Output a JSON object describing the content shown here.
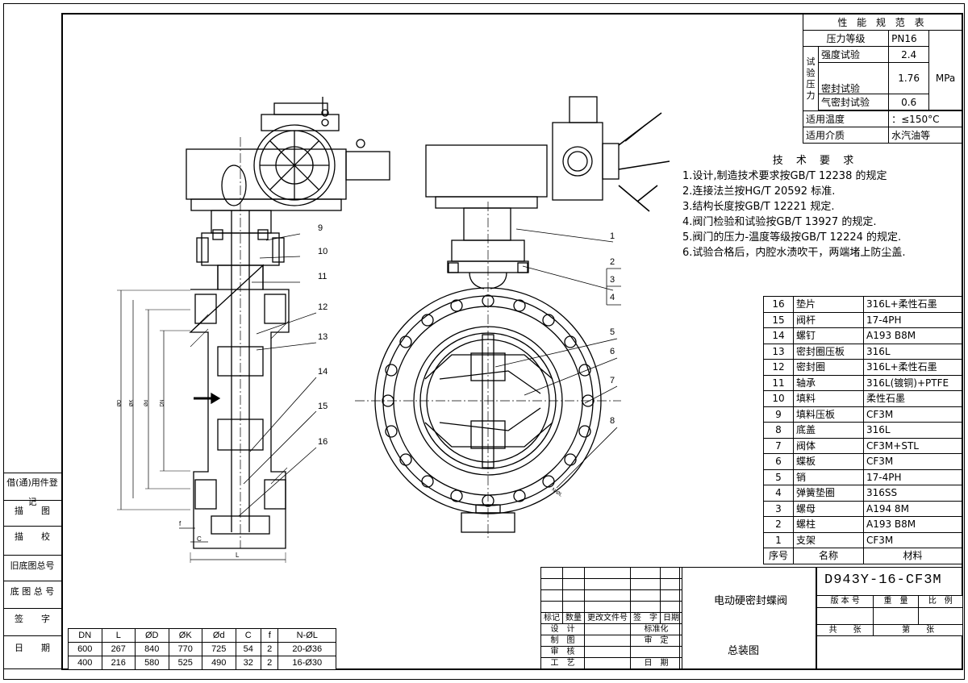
{
  "perf_table": {
    "title": "性 能 规 范 表",
    "pressure_label": "压力等级",
    "pressure_value": "PN16",
    "test_group": "试验压力",
    "strength_label": "强度试验",
    "strength_value": "2.4",
    "seal_label": "密封试验",
    "seal_value": "1.76",
    "unit": "MPa",
    "air_label": "气密封试验",
    "air_value": "0.6",
    "temp_label": "适用温度",
    "temp_value": "：≤150°C",
    "medium_label": "适用介质",
    "medium_value": "水汽油等"
  },
  "requirements": {
    "title": "技 术 要 求",
    "items": [
      "1.设计,制造技术要求按GB/T 12238 的规定",
      "2.连接法兰按HG/T 20592 标准.",
      "3.结构长度按GB/T 12221 规定.",
      "4.阀门检验和试验按GB/T 13927 的规定.",
      "5.阀门的压力-温度等级按GB/T 12224 的规定.",
      "6.试验合格后，内腔水渍吹干，两端堵上防尘盖."
    ]
  },
  "bom": {
    "rows": [
      {
        "no": "16",
        "name": "垫片",
        "material": "316L+柔性石墨"
      },
      {
        "no": "15",
        "name": "阀杆",
        "material": "17-4PH"
      },
      {
        "no": "14",
        "name": "螺钉",
        "material": "A193 B8M"
      },
      {
        "no": "13",
        "name": "密封圈压板",
        "material": "316L"
      },
      {
        "no": "12",
        "name": "密封圈",
        "material": "316L+柔性石墨"
      },
      {
        "no": "11",
        "name": "轴承",
        "material": "316L(镀铜)+PTFE"
      },
      {
        "no": "10",
        "name": "填料",
        "material": "柔性石墨"
      },
      {
        "no": "9",
        "name": "填料压板",
        "material": "CF3M"
      },
      {
        "no": "8",
        "name": "底盖",
        "material": "316L"
      },
      {
        "no": "7",
        "name": "阀体",
        "material": "CF3M+STL"
      },
      {
        "no": "6",
        "name": "蝶板",
        "material": "CF3M"
      },
      {
        "no": "5",
        "name": "销",
        "material": "17-4PH"
      },
      {
        "no": "4",
        "name": "弹簧垫圈",
        "material": "316SS"
      },
      {
        "no": "3",
        "name": "螺母",
        "material": "A194 8M"
      },
      {
        "no": "2",
        "name": "螺柱",
        "material": "A193 B8M"
      },
      {
        "no": "1",
        "name": "支架",
        "material": "CF3M"
      }
    ],
    "header_no": "序号",
    "header_name": "名称",
    "header_material": "材料"
  },
  "dim_table": {
    "headers": [
      "DN",
      "L",
      "ØD",
      "ØK",
      "Ød",
      "C",
      "f",
      "N-ØL"
    ],
    "rows": [
      [
        "600",
        "267",
        "840",
        "770",
        "725",
        "54",
        "2",
        "20-Ø36"
      ],
      [
        "400",
        "216",
        "580",
        "525",
        "490",
        "32",
        "2",
        "16-Ø30"
      ]
    ]
  },
  "side_labels": [
    "借(通)用件登记",
    "描　　图",
    "描　　校",
    "旧底图总号",
    "底 图 总 号",
    "签　　字",
    "日　　期"
  ],
  "title_block": {
    "model": "D943Y-16-CF3M",
    "product": "电动硬密封蝶阀",
    "drawing": "总装图",
    "ver_label": "版 本 号",
    "weight_label": "重　量",
    "scale_label": "比　例",
    "total_label": "共　　张",
    "sheet_label": "第　　张",
    "rev_headers": [
      "标记",
      "数量",
      "更改文件号",
      "签　字",
      "日期"
    ],
    "sign_rows": [
      [
        "设　计",
        "标准化"
      ],
      [
        "制　图",
        "审　定"
      ],
      [
        "审　核",
        ""
      ],
      [
        "工　艺",
        "日　期"
      ]
    ]
  },
  "callouts": {
    "left": [
      "9",
      "10",
      "11",
      "12",
      "13",
      "14",
      "15",
      "16"
    ],
    "right": [
      "1",
      "2",
      "3",
      "4",
      "5",
      "6",
      "7",
      "8"
    ]
  },
  "dim_labels": {
    "L": "L",
    "C": "C",
    "f": "f",
    "D": "ØD",
    "K": "ØK",
    "d": "Ød",
    "DN": "DN",
    "NL": "N-ØL"
  },
  "colors": {
    "line": "#000000",
    "background": "#ffffff"
  }
}
